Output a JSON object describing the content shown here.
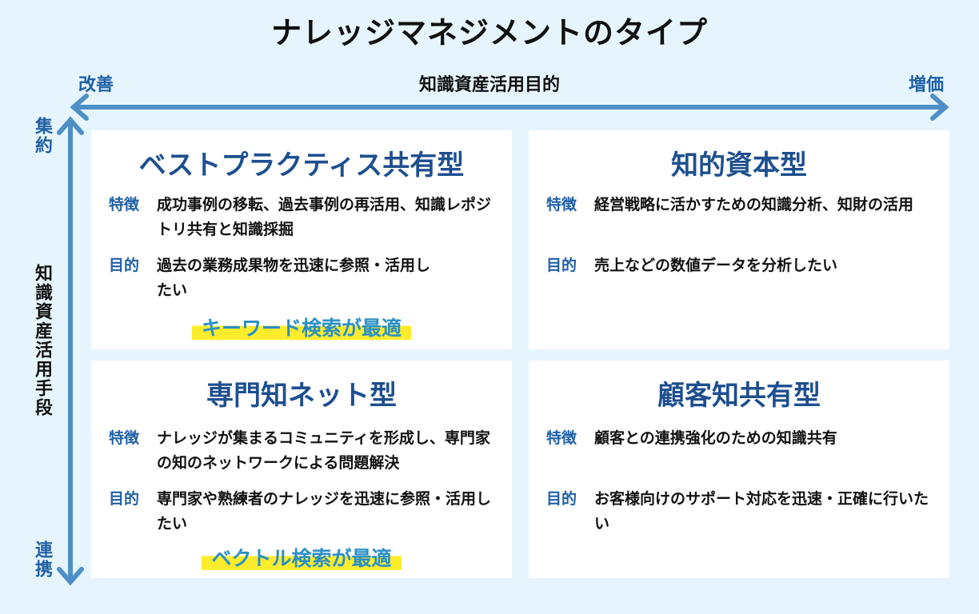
{
  "title": "ナレッジマネジメントのタイプ",
  "x_axis": {
    "label": "知識資産活用目的",
    "left": "改善",
    "right": "増価"
  },
  "y_axis": {
    "label": "知識資産活用手段",
    "top": "集約",
    "bottom": "連携"
  },
  "labels": {
    "feature": "特徴",
    "purpose": "目的"
  },
  "colors": {
    "background": "#e6f5fd",
    "arrow": "#4f8fc8",
    "heading": "#1e4f8f",
    "label": "#1f5fa5",
    "highlight_text": "#2a8fc7",
    "highlight_marker": "#fcec2c"
  },
  "quadrants": [
    {
      "title": "ベストプラクティス共有型",
      "feature": "成功事例の移転、過去事例の再活用、知識レポジトリ共有と知識採掘",
      "purpose": "過去の業務成果物を迅速に参照・活用したい",
      "recommendation": "キーワード検索が最適"
    },
    {
      "title": "知的資本型",
      "feature": "経営戦略に活かすための知識分析、知財の活用",
      "purpose": "売上などの数値データを分析したい",
      "recommendation": ""
    },
    {
      "title": "専門知ネット型",
      "feature": "ナレッジが集まるコミュニティを形成し、専門家の知のネットワークによる問題解決",
      "purpose": "専門家や熟練者のナレッジを迅速に参照・活用したい",
      "recommendation": "ベクトル検索が最適"
    },
    {
      "title": "顧客知共有型",
      "feature": "顧客との連携強化のための知識共有",
      "purpose": "お客様向けのサポート対応を迅速・正確に行いたい",
      "recommendation": ""
    }
  ]
}
